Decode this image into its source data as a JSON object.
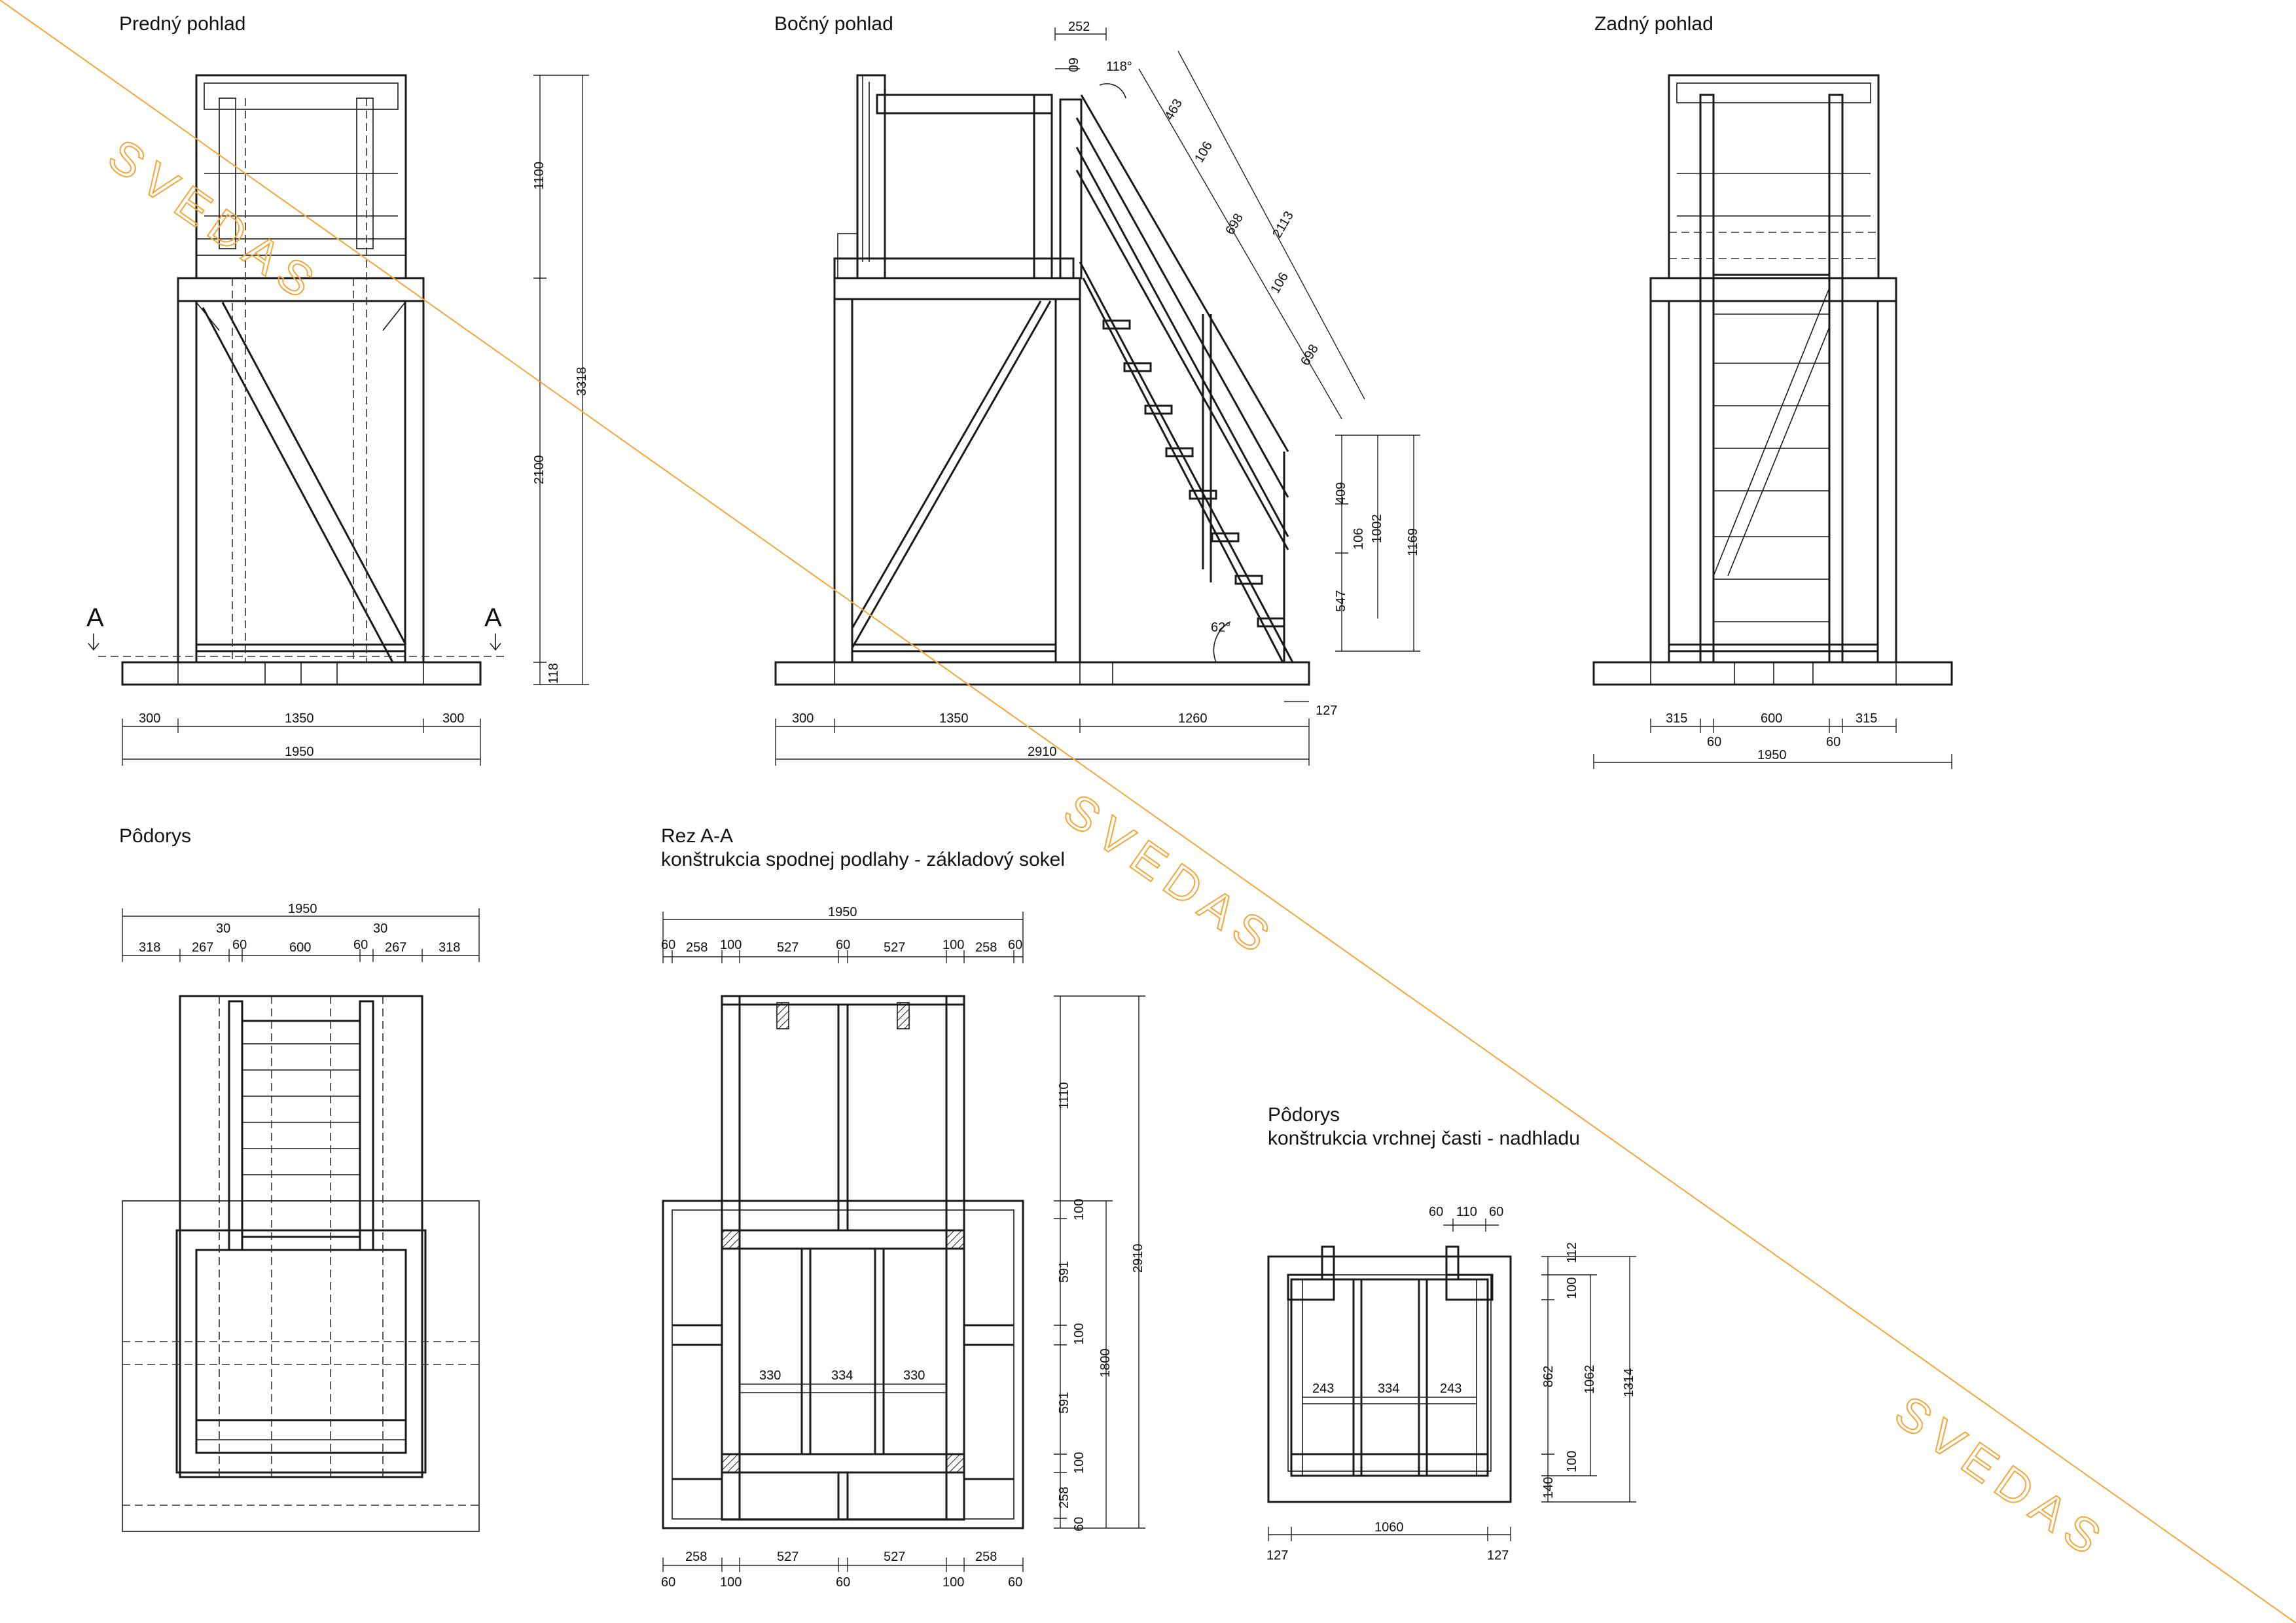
{
  "views": {
    "front": {
      "title": "Predný pohlad",
      "section_mark": "A"
    },
    "side": {
      "title": "Bočný pohlad"
    },
    "back": {
      "title": "Zadný pohlad"
    },
    "plan": {
      "title": "Pôdorys"
    },
    "section": {
      "title": "Rez A-A",
      "subtitle": "konštrukcia spodnej podlahy - základový sokel"
    },
    "upper_plan": {
      "title": "Pôdorys",
      "subtitle": "konštrukcia vrchnej časti - nadhladu"
    }
  },
  "watermark": {
    "text": "SVEDAS",
    "color": "#f2a63a"
  },
  "dimensions": {
    "front": {
      "bottom": [
        "300",
        "1350",
        "300"
      ],
      "total": "1950",
      "vertical": [
        "1100",
        "2100",
        "118"
      ],
      "vertical_total": "3318"
    },
    "side": {
      "top": "252",
      "rail_small": "60",
      "angle_top": "118°",
      "angle_bottom": "62°",
      "diag": [
        "463",
        "106",
        "698",
        "106",
        "698"
      ],
      "diag_total": "2113",
      "right": [
        "409",
        "106",
        "547"
      ],
      "right_mid": "1002",
      "right_total": "1169",
      "bottom": [
        "300",
        "1350",
        "1260"
      ],
      "total": "2910",
      "overhang": "127"
    },
    "back": {
      "bottom": [
        "315",
        "600",
        "315"
      ],
      "posts": [
        "60",
        "60"
      ],
      "total": "1950"
    },
    "plan": {
      "total": "1950",
      "gaps": [
        "30",
        "30"
      ],
      "segments": [
        "318",
        "267",
        "60",
        "600",
        "60",
        "267",
        "318"
      ]
    },
    "section": {
      "total": "1950",
      "top_segments": [
        "60",
        "258",
        "100",
        "527",
        "60",
        "527",
        "100",
        "258",
        "60"
      ],
      "right": [
        "1110",
        "100",
        "591",
        "100",
        "591",
        "100",
        "258",
        "60"
      ],
      "right_mid": "1800",
      "right_total": "2910",
      "inner": [
        "330",
        "334",
        "330"
      ],
      "bottom_upper": [
        "258",
        "527",
        "527",
        "258"
      ],
      "bottom_lower": [
        "60",
        "100",
        "60",
        "100",
        "60"
      ]
    },
    "upper_plan": {
      "top": [
        "60",
        "110",
        "60"
      ],
      "right": [
        "112",
        "100",
        "862",
        "100",
        "140"
      ],
      "right_mid": "1062",
      "right_total": "1314",
      "inner": [
        "243",
        "334",
        "243"
      ],
      "bottom": [
        "127",
        "1060",
        "127"
      ]
    }
  }
}
